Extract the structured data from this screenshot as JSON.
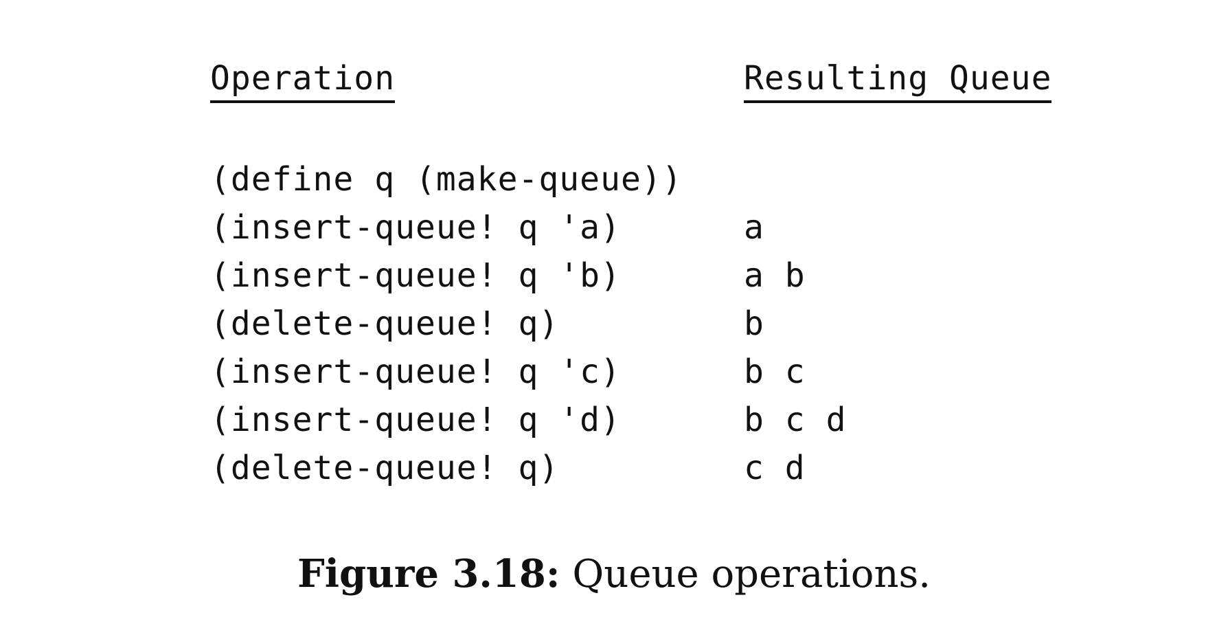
{
  "table": {
    "headers": {
      "operation": "Operation",
      "result": "Resulting Queue"
    },
    "rows": [
      {
        "operation": "(define q (make-queue))",
        "result": ""
      },
      {
        "operation": "(insert-queue! q 'a)",
        "result": "a"
      },
      {
        "operation": "(insert-queue! q 'b)",
        "result": "a b"
      },
      {
        "operation": "(delete-queue! q)",
        "result": "b"
      },
      {
        "operation": "(insert-queue! q 'c)",
        "result": "b c"
      },
      {
        "operation": "(insert-queue! q 'd)",
        "result": "b c d"
      },
      {
        "operation": "(delete-queue! q)",
        "result": "c d"
      }
    ]
  },
  "caption": {
    "label": "Figure 3.18:",
    "text": "Queue operations."
  }
}
